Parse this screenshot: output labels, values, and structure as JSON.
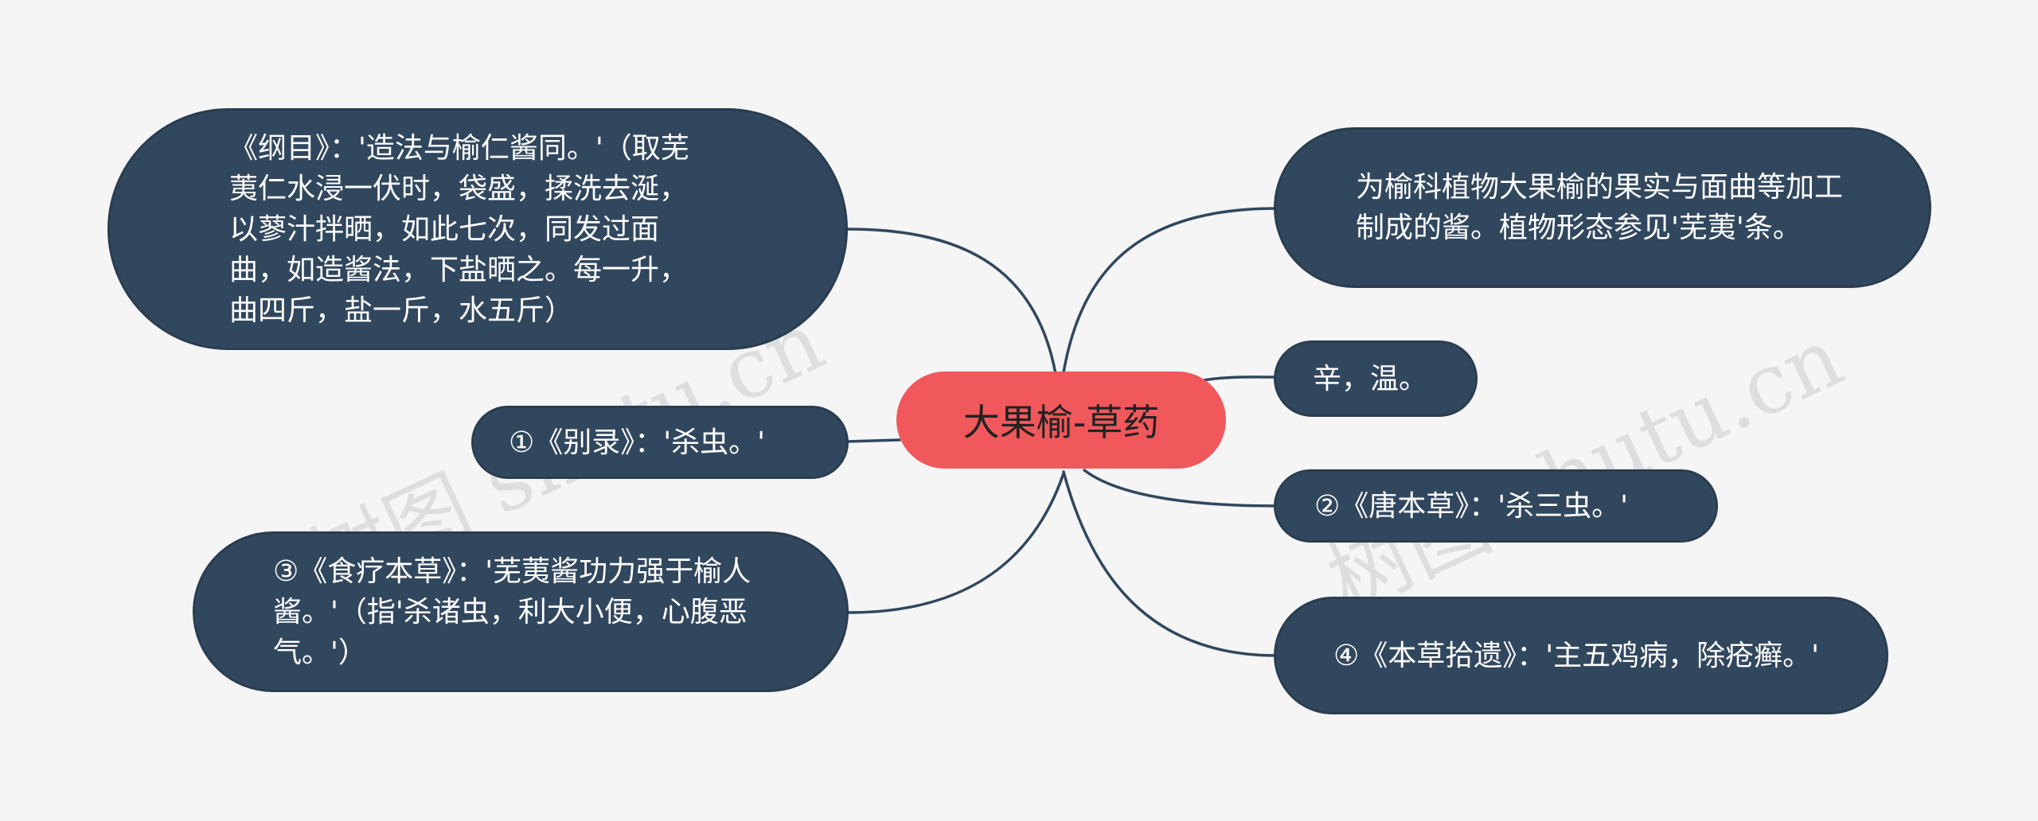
{
  "center": {
    "label": "大果榆-草药"
  },
  "branches": {
    "gangmu": "《纲目》：'造法与榆仁酱同。'（取芜荑仁水浸一伏时，袋盛，揉洗去涎，以蓼汁拌晒，如此七次，同发过面曲，如造酱法，下盐晒之。每一升，曲四斤，盐一斤，水五斤）",
    "bielu": "①《别录》：'杀虫。'",
    "shiliao": "③《食疗本草》：'芜荑酱功力强于榆人酱。'（指'杀诸虫，利大小便，心腹恶气。'）",
    "description": "为榆科植物大果榆的果实与面曲等加工制成的酱。植物形态参见'芜荑'条。",
    "xingwei": "辛，温。",
    "tangbencao": "②《唐本草》：'杀三虫。'",
    "shiyi": "④《本草拾遗》：'主五鸡病，除疮癣。'"
  },
  "watermark": "树图 shutu.cn",
  "colors": {
    "background": "#f5f5f5",
    "center_fill": "#f0585b",
    "node_fill": "#31475e",
    "connector": "#31475e",
    "node_text": "#ffffff",
    "center_text": "#222222"
  }
}
